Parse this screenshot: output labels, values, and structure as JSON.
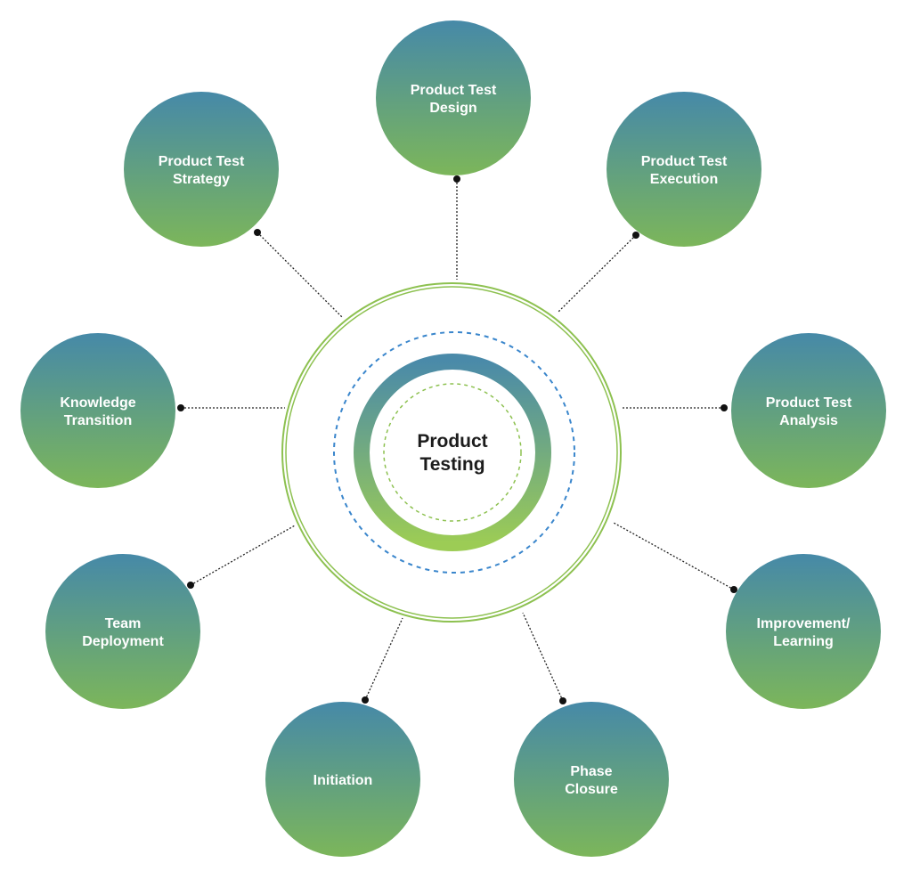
{
  "center": {
    "label_line1": "Product",
    "label_line2": "Testing"
  },
  "nodes": [
    {
      "id": "product-test-design",
      "line1": "Product Test",
      "line2": "Design"
    },
    {
      "id": "product-test-execution",
      "line1": "Product Test",
      "line2": "Execution"
    },
    {
      "id": "product-test-analysis",
      "line1": "Product Test",
      "line2": "Analysis"
    },
    {
      "id": "improvement-learning",
      "line1": "Improvement/",
      "line2": "Learning"
    },
    {
      "id": "phase-closure",
      "line1": "Phase",
      "line2": "Closure"
    },
    {
      "id": "initiation",
      "line1": "Initiation",
      "line2": ""
    },
    {
      "id": "team-deployment",
      "line1": "Team",
      "line2": "Deployment"
    },
    {
      "id": "knowledge-transition",
      "line1": "Knowledge",
      "line2": "Transition"
    },
    {
      "id": "product-test-strategy",
      "line1": "Product Test",
      "line2": "Strategy"
    }
  ],
  "colors": {
    "gradient_top": "#4689a8",
    "gradient_bottom": "#7cb65a",
    "ring_top": "#4a8aa9",
    "ring_bottom": "#9ccc55",
    "outer_ring": "#8dc150",
    "blue_dash": "#3a86cc",
    "green_dash": "#8dc150",
    "connector": "#222222"
  }
}
